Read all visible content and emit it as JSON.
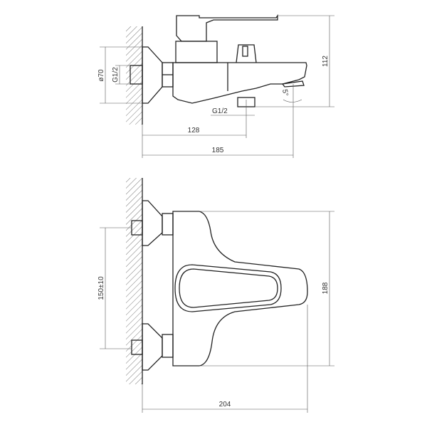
{
  "side_view": {
    "flange_diameter": "ø70",
    "inlet_thread": "G1/2",
    "outlet_thread": "G1/2",
    "height": "112",
    "outlet_offset": "128",
    "total_depth": "185",
    "spout_angle": "5°"
  },
  "top_view": {
    "inlet_spacing": "150±10",
    "width": "188",
    "depth": "204"
  }
}
